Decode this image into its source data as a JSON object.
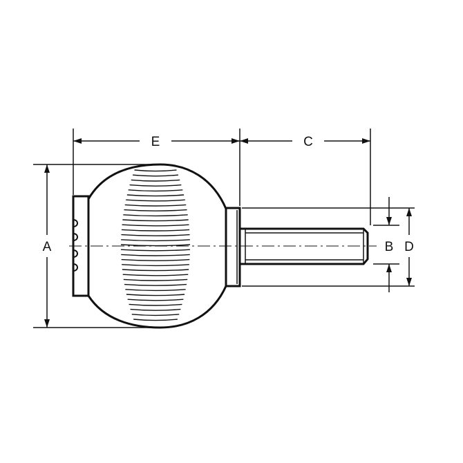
{
  "diagram": {
    "dimension_labels": {
      "a": "A",
      "b": "B",
      "c": "C",
      "d": "D",
      "e": "E"
    },
    "colors": {
      "line": "#111111",
      "background": "#ffffff"
    }
  }
}
